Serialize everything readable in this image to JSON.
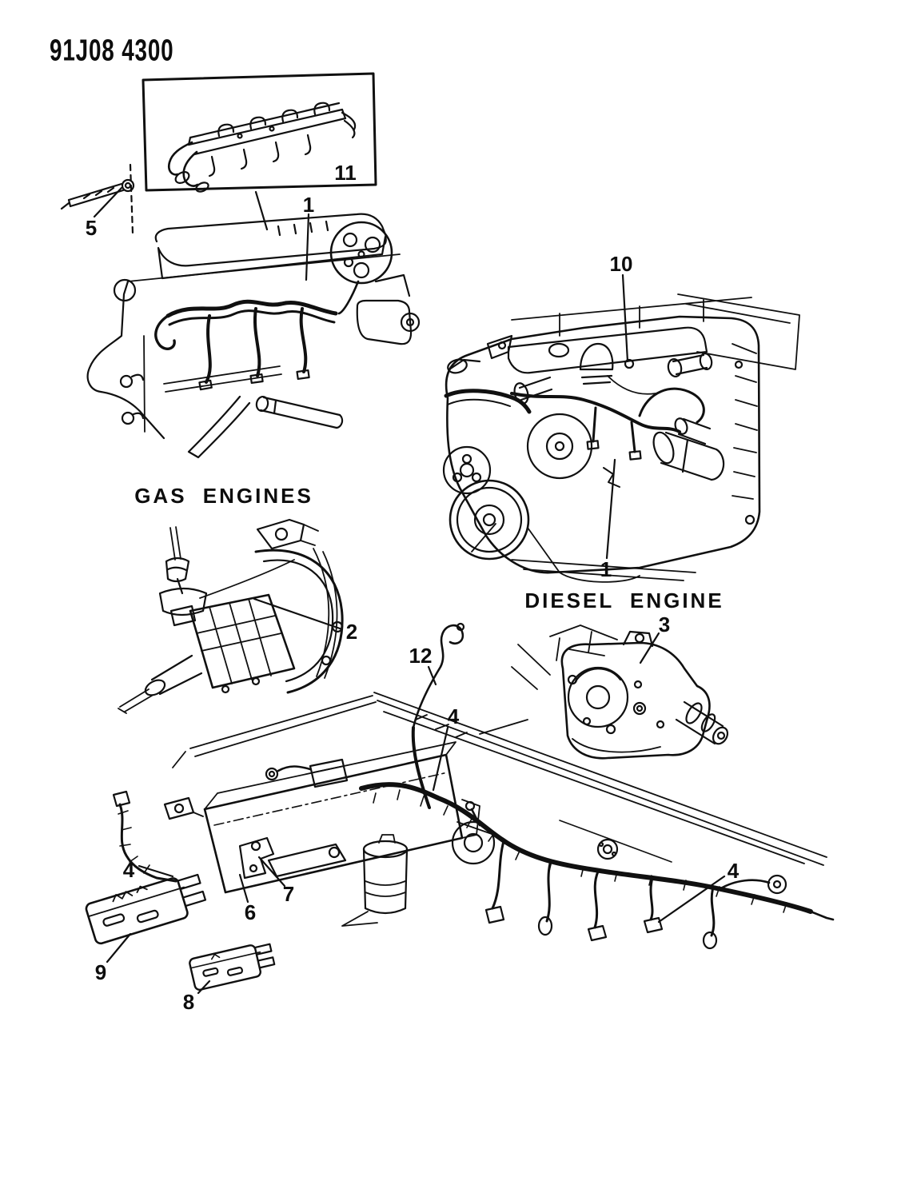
{
  "page_code": "91J08 4300",
  "captions": {
    "gas_engines": "GAS ENGINES",
    "diesel_engine": "DIESEL ENGINE"
  },
  "callouts": {
    "c1_gas": "1",
    "c1_diesel": "1",
    "c2": "2",
    "c3": "3",
    "c4_mid": "4",
    "c4_left": "4",
    "c4_right": "4",
    "c5": "5",
    "c6": "6",
    "c7": "7",
    "c8": "8",
    "c9": "9",
    "c10": "10",
    "c11": "11",
    "c12": "12"
  },
  "colors": {
    "ink": "#101010",
    "paper": "#ffffff"
  }
}
